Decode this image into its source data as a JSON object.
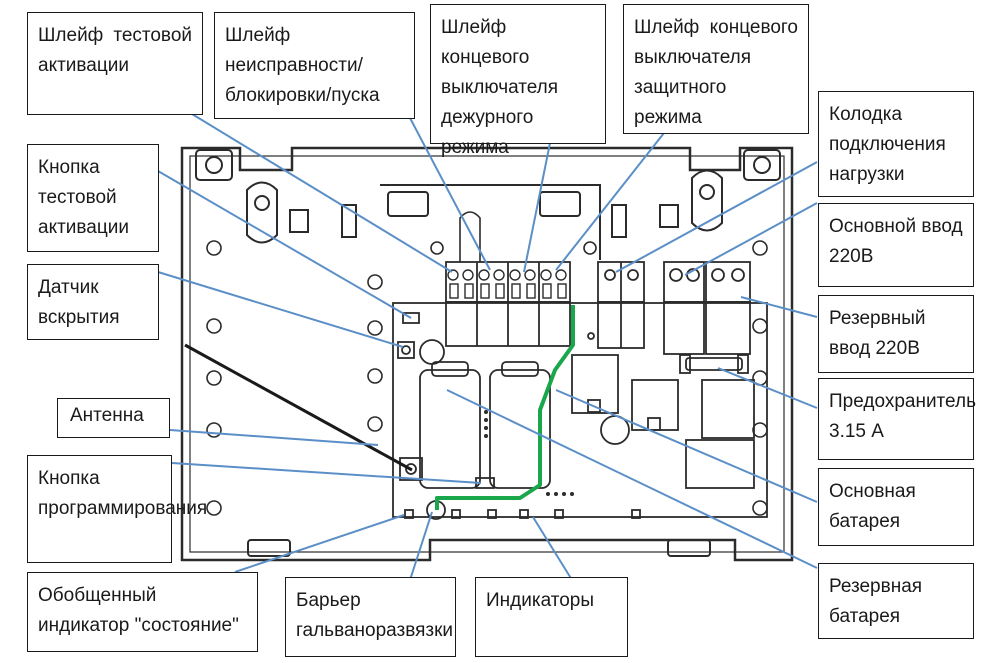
{
  "labels": {
    "test_loop": "Шлейф тестовой активации",
    "fault_loop": "Шлейф неисправности/блокировки/пуска",
    "limit_switch_duty": "Шлейф концевого выключателя дежурного режима",
    "limit_switch_protect": "Шлейф концевого выключателя защитного режима",
    "load_terminal": "Колодка подключения нагрузки",
    "main_input": "Основной ввод 220В",
    "reserve_input": "Резервный ввод 220В",
    "fuse": "Предохранитель 3.15 А",
    "main_battery": "Основная батарея",
    "reserve_battery": "Резервная батарея",
    "test_button": "Кнопка тестовой активации",
    "tamper_sensor": "Датчик вскрытия",
    "antenna": "Антенна",
    "program_button": "Кнопка программирования",
    "status_led": "Обобщенный индикатор \"состояние\"",
    "galvanic_barrier": "Барьер гальваноразвязки",
    "indicators": "Индикаторы"
  },
  "colors": {
    "leader_line": "#5b8fc7",
    "green_trace": "#1aa64a",
    "outline": "#2b2b2b"
  }
}
